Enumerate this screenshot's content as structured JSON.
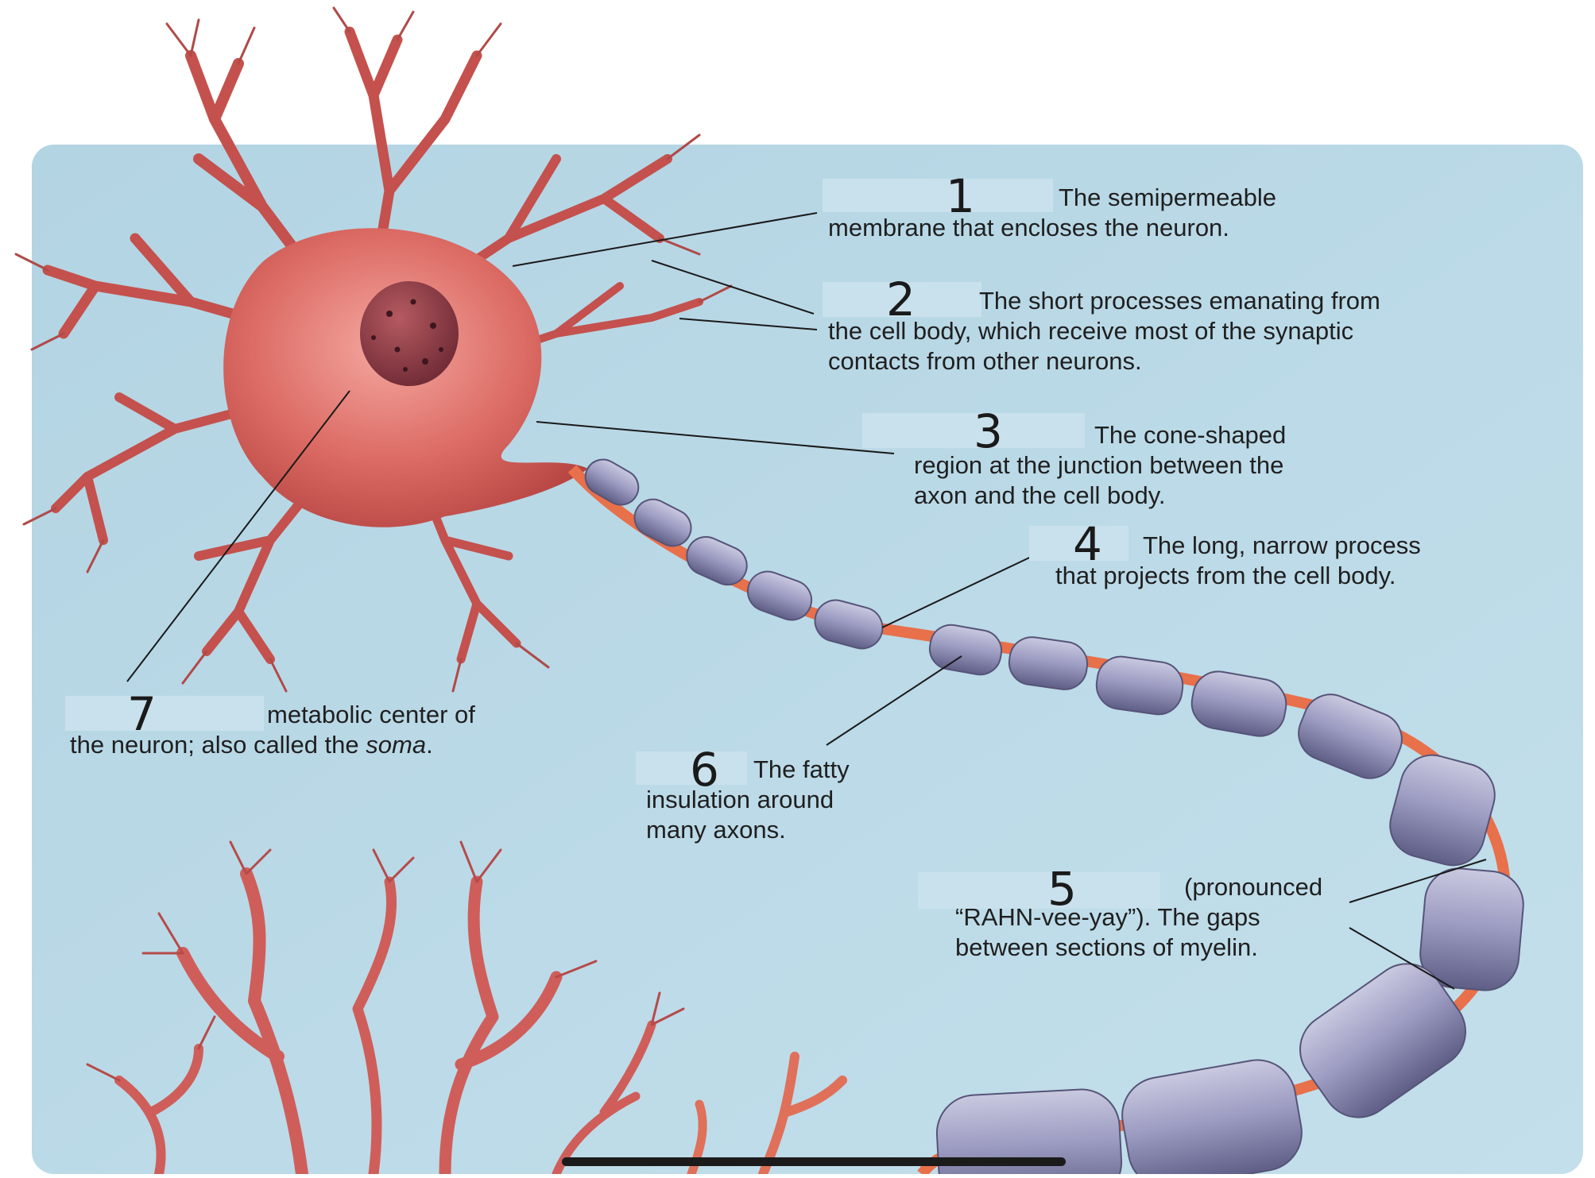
{
  "labels": [
    {
      "id": "cell-membrane",
      "number": "1",
      "lines": [
        "The semipermeable",
        "membrane that encloses the neuron."
      ]
    },
    {
      "id": "dendrites",
      "number": "2",
      "lines": [
        "The short processes emanating from",
        "the cell body, which receive most of the synaptic",
        "contacts from other neurons."
      ]
    },
    {
      "id": "axon-hillock",
      "number": "3",
      "lines": [
        "The cone-shaped",
        "region at the junction between the",
        "axon and the cell body."
      ]
    },
    {
      "id": "axon",
      "number": "4",
      "lines": [
        "The long, narrow process",
        "that projects from the cell body."
      ]
    },
    {
      "id": "nodes-of-ranvier",
      "number": "5",
      "lines": [
        "(pronounced",
        "“RAHN-vee-yay”). The gaps",
        "between sections of myelin."
      ]
    },
    {
      "id": "myelin",
      "number": "6",
      "lines": [
        "The fatty",
        "insulation around",
        "many axons."
      ]
    },
    {
      "id": "cell-body",
      "number": "7",
      "lines": [
        "metabolic center of",
        "the neuron; also called the"
      ],
      "italic_word": "soma",
      "trailing": "."
    }
  ],
  "colors": {
    "background": "#b9d8e6",
    "neuron": "#d9665f",
    "neuron_dark": "#a8383a",
    "myelin": "#9493b8",
    "node": "#e8704a"
  }
}
